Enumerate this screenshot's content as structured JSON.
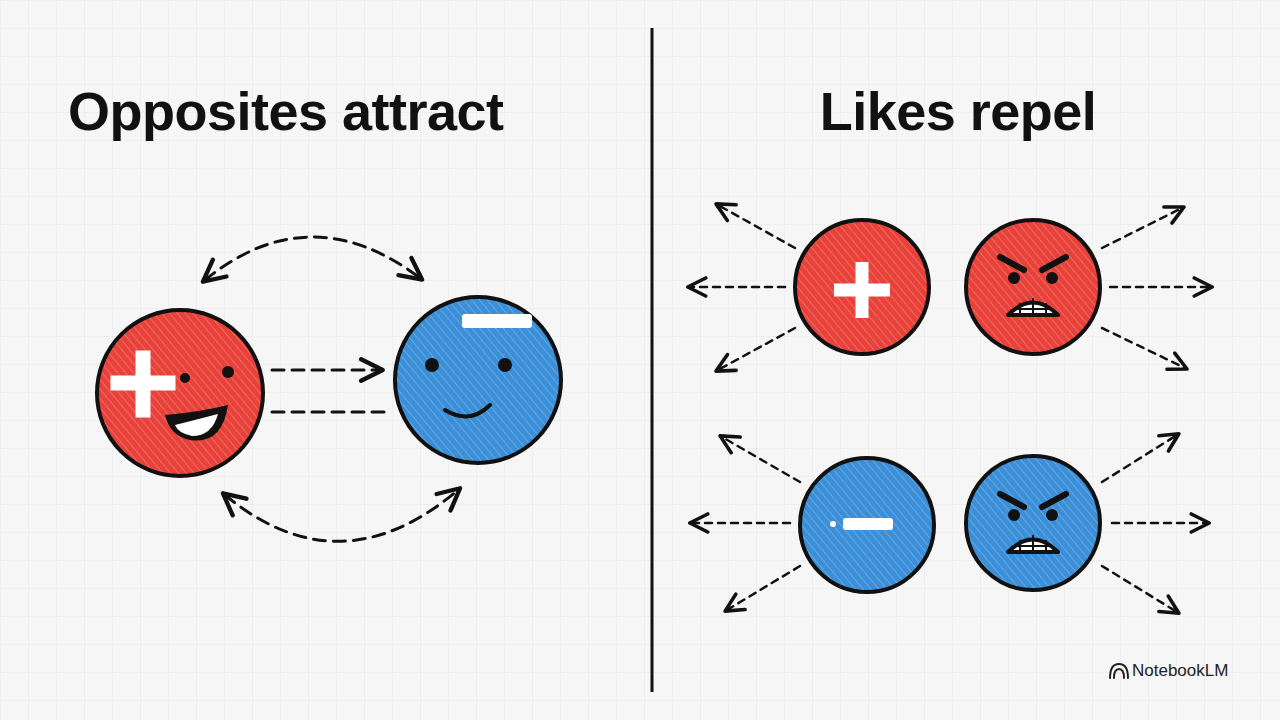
{
  "diagram": {
    "labels": [
      "Opposites attract",
      "Likes repel",
      "NotebookLM"
    ]
  }
}
